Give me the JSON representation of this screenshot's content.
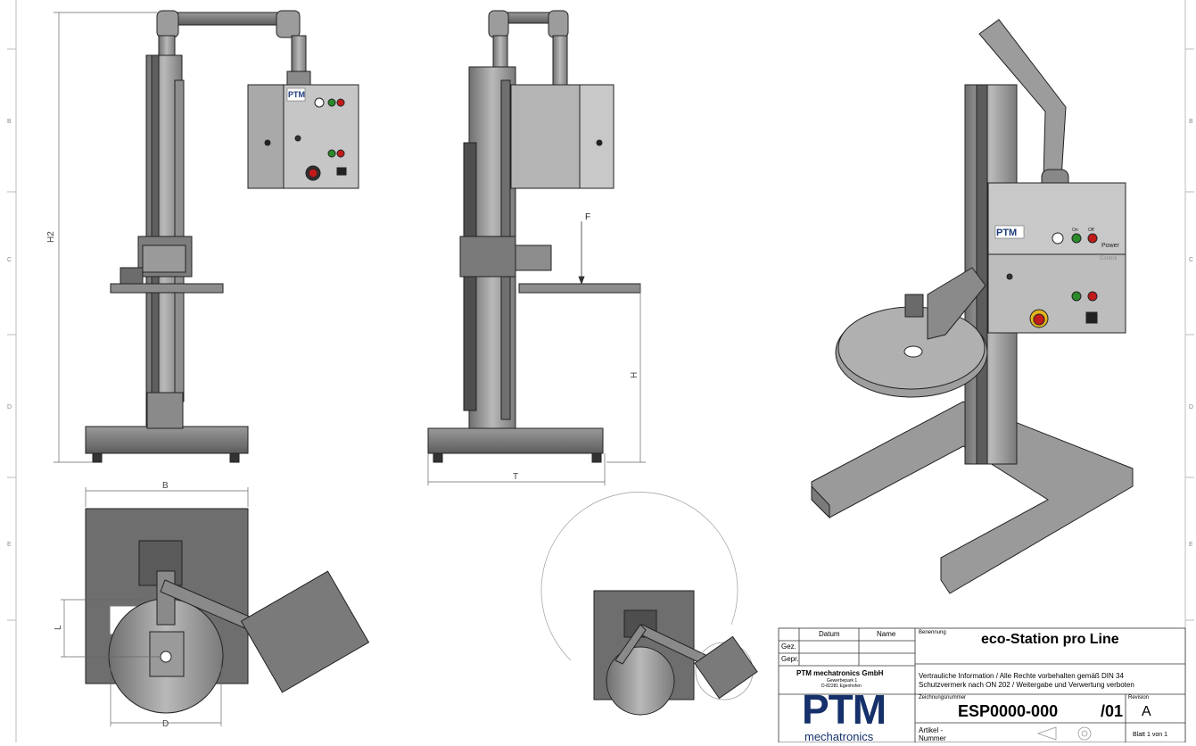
{
  "dims": {
    "H2": "H2",
    "H": "H",
    "T": "T",
    "F": "F",
    "B": "B",
    "L": "L",
    "D": "D"
  },
  "zones": {
    "left": [
      "B",
      "C",
      "D",
      "E"
    ],
    "right": [
      "B",
      "C",
      "D",
      "E"
    ]
  },
  "panel": {
    "brand": "PTM",
    "on": "On",
    "off": "Off",
    "power": "Power",
    "control": "Control"
  },
  "titleblock": {
    "col_date": "Datum",
    "col_name": "Name",
    "row_gez": "Gez.",
    "row_gepr": "Gepr.",
    "benennung_label": "Benennung",
    "title": "eco-Station pro Line",
    "company": "PTM mechatronics GmbH",
    "addr1": "Gewerbepark 1",
    "addr2": "D-82281 Egenhofen",
    "confidential1": "Vertrauliche Information / Alle Rechte vorbehalten gemäß DIN 34",
    "confidential2": "Schutzvermerk nach ON 202 / Weitergabe und Verwertung verboten",
    "drawing_no_label": "Zeichnungsnummer",
    "drawing_no": "ESP0000-000",
    "rev_suffix": "/01",
    "revision_label": "Revision",
    "revision": "A",
    "logo_text": "PTM",
    "logo_sub": "mechatronics",
    "artikel1": "Artikel -",
    "artikel2": "Nummer",
    "blatt": "Blatt",
    "sheet_no": "1",
    "von": "von",
    "sheet_total": "1"
  }
}
